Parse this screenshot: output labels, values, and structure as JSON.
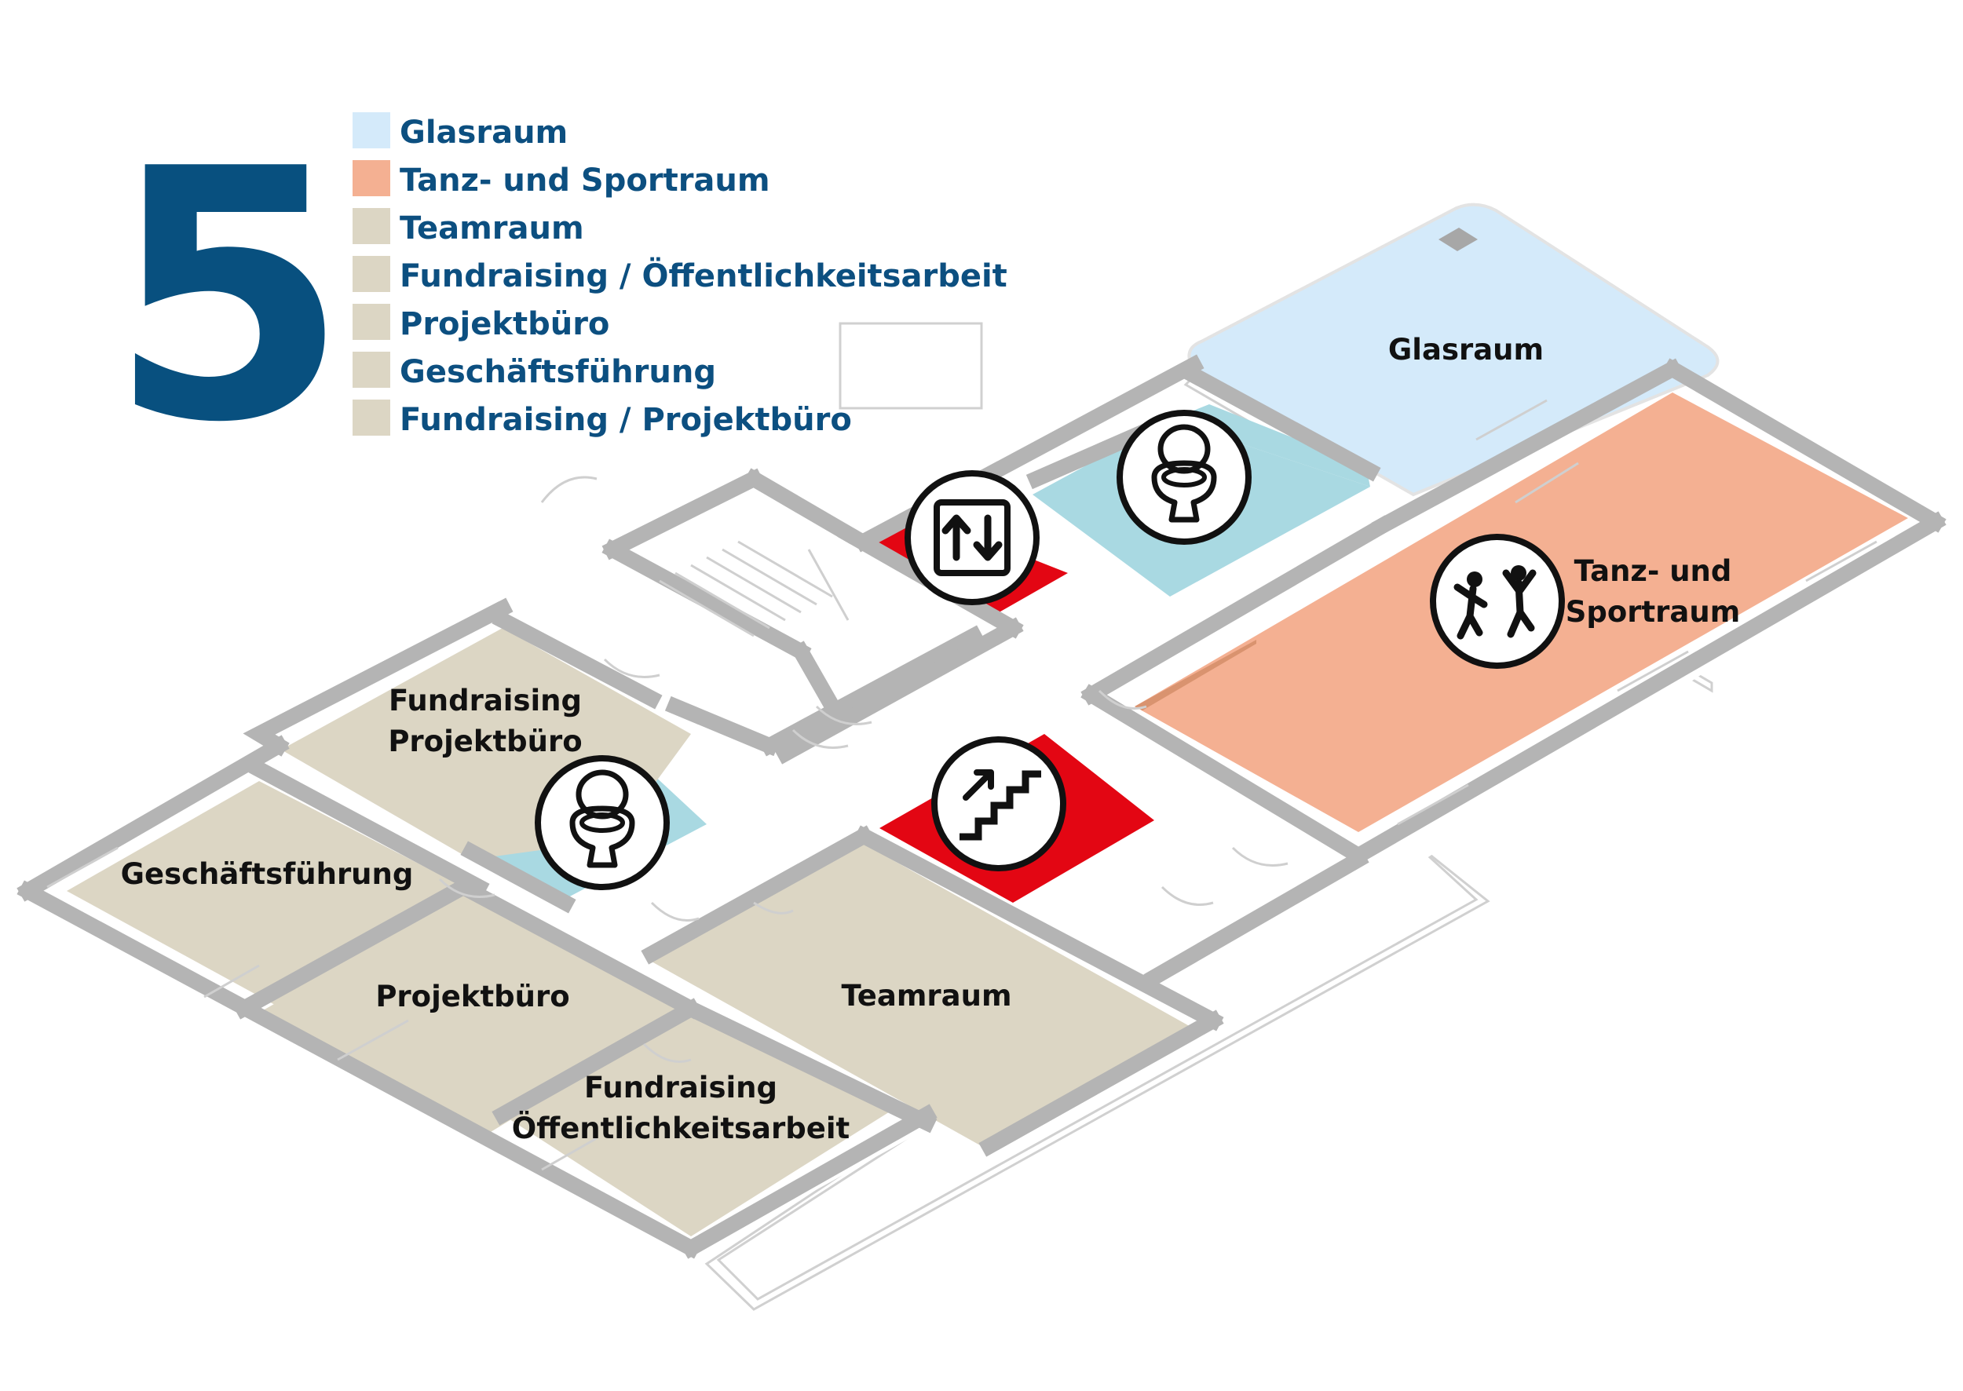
{
  "floor": {
    "number": "5"
  },
  "legend": [
    {
      "label": "Glasraum",
      "color": "#d4eafa"
    },
    {
      "label": "Tanz- und Sportraum",
      "color": "#f4b092"
    },
    {
      "label": "Teamraum",
      "color": "#dcd6c4"
    },
    {
      "label": "Fundraising / Öffentlichkeitsarbeit",
      "color": "#dcd6c4"
    },
    {
      "label": "Projektbüro",
      "color": "#dcd6c4"
    },
    {
      "label": "Geschäftsführung",
      "color": "#dcd6c4"
    },
    {
      "label": "Fundraising / Projektbüro",
      "color": "#dcd6c4"
    }
  ],
  "rooms": {
    "glasraum": {
      "line1": "Glasraum"
    },
    "tanz": {
      "line1": "Tanz- und",
      "line2": "Sportraum"
    },
    "fundraising_projekt": {
      "line1": "Fundraising",
      "line2": "Projektbüro"
    },
    "geschaeft": {
      "line1": "Geschäftsführung"
    },
    "projektbuero": {
      "line1": "Projektbüro"
    },
    "teamraum": {
      "line1": "Teamraum"
    },
    "fundraising_oeff": {
      "line1": "Fundraising",
      "line2": "Öffentlichkeitsarbeit"
    }
  },
  "icons": [
    {
      "name": "elevator-icon"
    },
    {
      "name": "toilet-icon"
    },
    {
      "name": "toilet-icon"
    },
    {
      "name": "stairs-icon"
    },
    {
      "name": "sports-icon"
    }
  ],
  "colors": {
    "brand_blue": "#08507f",
    "wall": "#b4b4b4",
    "office": "#dcd6c4",
    "glass": "#d4eafa",
    "sport": "#f4b092",
    "sanitary": "#a9d9e2",
    "circulation_red": "#e30613"
  }
}
